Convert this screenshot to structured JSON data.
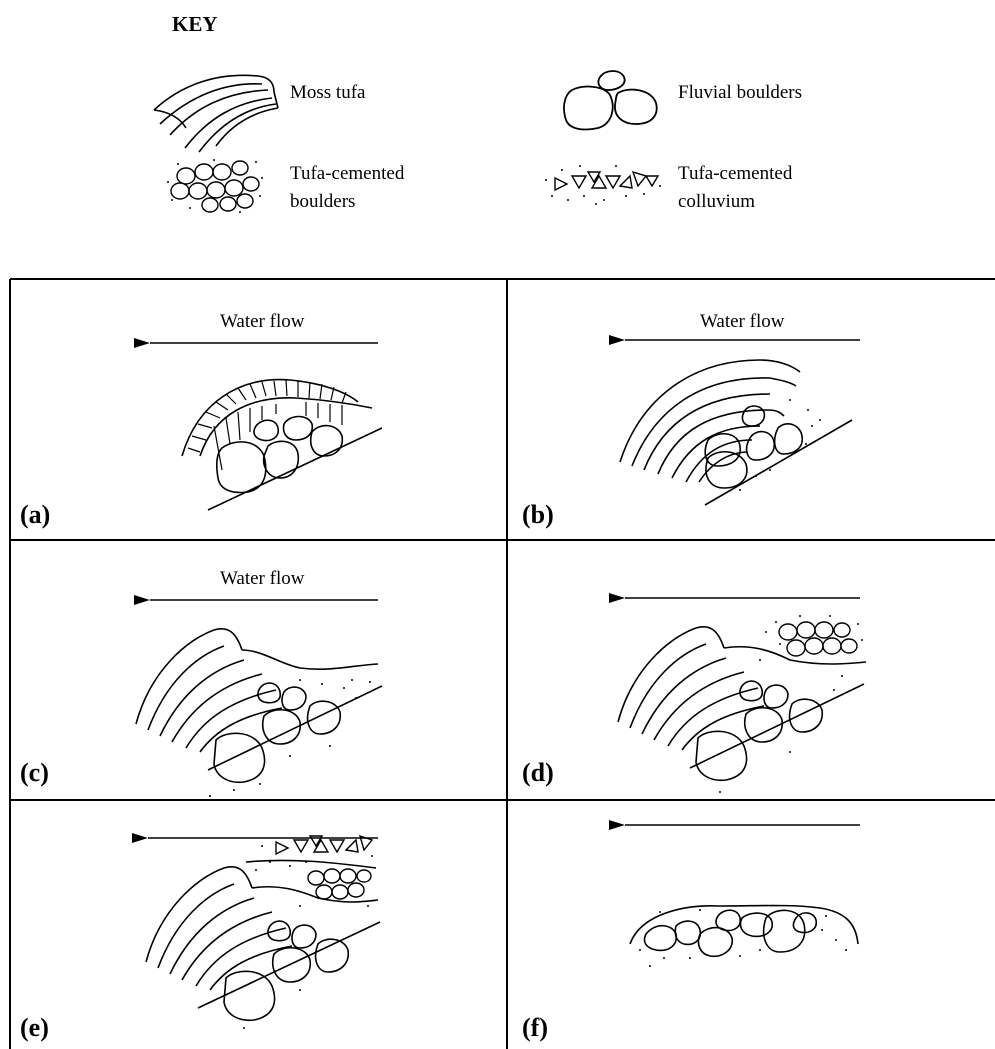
{
  "key": {
    "title": "KEY",
    "items": [
      {
        "label_lines": [
          "Moss tufa"
        ]
      },
      {
        "label_lines": [
          "Fluvial boulders"
        ]
      },
      {
        "label_lines": [
          "Tufa-cemented",
          "boulders"
        ]
      },
      {
        "label_lines": [
          "Tufa-cemented",
          "colluvium"
        ]
      }
    ]
  },
  "panels": [
    {
      "label": "(a)",
      "flow_label": "Water flow"
    },
    {
      "label": "(b)",
      "flow_label": "Water flow"
    },
    {
      "label": "(c)",
      "flow_label": "Water flow"
    },
    {
      "label": "(d)",
      "flow_label": ""
    },
    {
      "label": "(e)",
      "flow_label": ""
    },
    {
      "label": "(f)",
      "flow_label": ""
    }
  ]
}
